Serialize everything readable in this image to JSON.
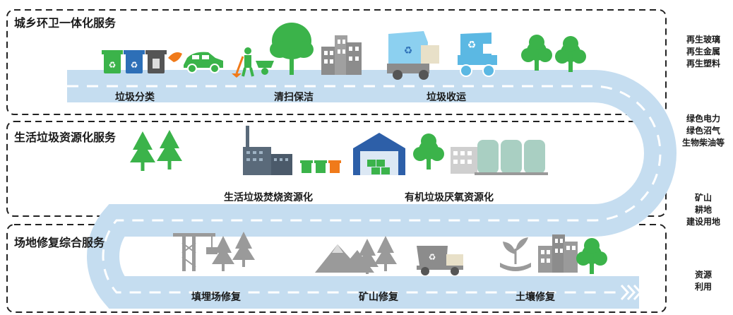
{
  "sections": [
    {
      "title": "城乡环卫一体化服务",
      "stages": [
        "垃圾分类",
        "清扫保洁",
        "垃圾收运"
      ]
    },
    {
      "title": "生活垃圾资源化服务",
      "stages": [
        "生活垃圾焚烧资源化",
        "有机垃圾厌氧资源化"
      ]
    },
    {
      "title": "场地修复综合服务",
      "stages": [
        "填埋场修复",
        "矿山修复",
        "土壤修复"
      ]
    }
  ],
  "outputs": [
    [
      "再生玻璃",
      "再生金属",
      "再生塑料"
    ],
    [
      "绿色电力",
      "绿色沼气",
      "生物柴油等"
    ],
    [
      "矿山",
      "耕地",
      "建设用地"
    ],
    [
      "资源",
      "利用"
    ]
  ],
  "colors": {
    "road": "#c5ddf0",
    "road_dash": "#ffffff",
    "tree": "#3bb34a",
    "truck_blue": "#5bb8e3",
    "gray_icon": "#8c8c8c",
    "box_border": "#222222"
  }
}
